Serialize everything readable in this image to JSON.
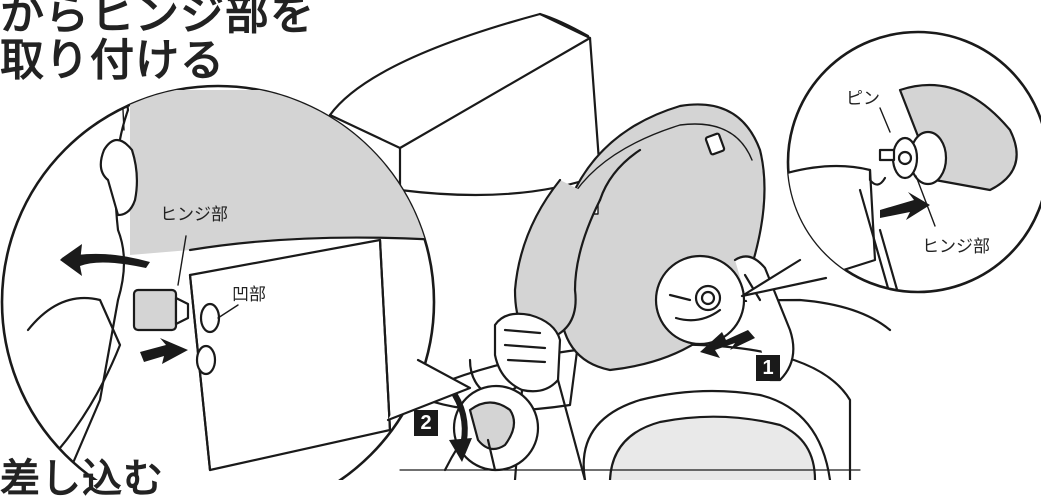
{
  "heading": {
    "line1": "からヒンジ部を",
    "line2": "取り付ける",
    "line3": "差し込む"
  },
  "labels": {
    "hinge_left": "ヒンジ部",
    "recess": "凹部",
    "pin": "ピン",
    "hinge_right": "ヒンジ部"
  },
  "steps": {
    "step1": "1",
    "step2": "2"
  },
  "colors": {
    "line": "#1a1a1a",
    "shade": "#d4d4d4",
    "paper": "#ffffff"
  }
}
